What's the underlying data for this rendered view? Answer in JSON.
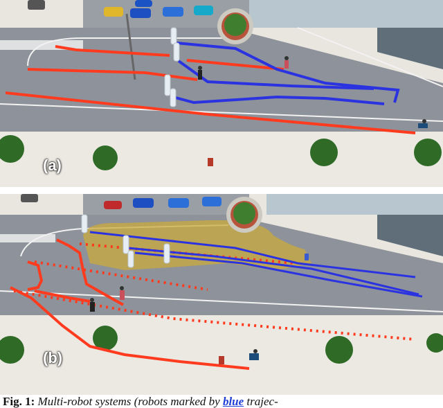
{
  "panels": [
    {
      "label": "(a)"
    },
    {
      "label": "(b)"
    }
  ],
  "caption": {
    "fig": "Fig. 1:",
    "text_before": "Multi-robot systems (robots marked by",
    "highlight": "blue",
    "text_after": "trajec-"
  },
  "colors": {
    "robot_trajectory": "#2b33e0",
    "human_trajectory": "#ff3b1f",
    "road": "#8f939b",
    "sidewalk": "#e9e6df",
    "crowd_region": "#c9a93b"
  }
}
